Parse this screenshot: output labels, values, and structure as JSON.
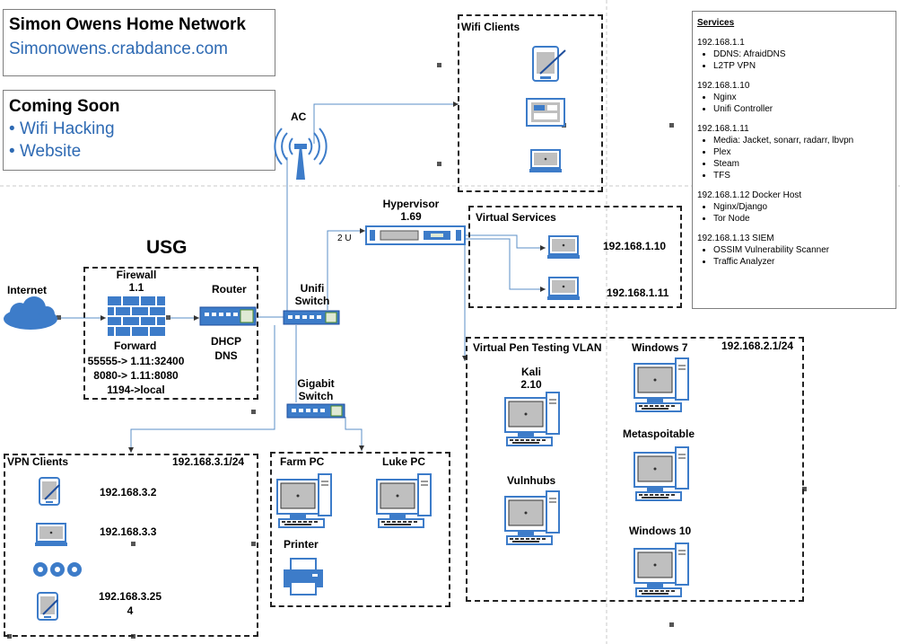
{
  "title_box": {
    "title": "Simon Owens Home Network",
    "url": "Simonowens.crabdance.com"
  },
  "coming_soon": {
    "title": "Coming Soon",
    "items": [
      "Wifi Hacking",
      "Website"
    ]
  },
  "services": {
    "heading": "Services",
    "groups": [
      {
        "ip": "192.168.1.1",
        "items": [
          "DDNS:  AfraidDNS",
          "L2TP VPN"
        ]
      },
      {
        "ip": "192.168.1.10",
        "items": [
          "Nginx",
          "Unifi Controller"
        ]
      },
      {
        "ip": "192.168.1.11",
        "items": [
          "Media:  Jacket, sonarr, radarr, lbvpn",
          "Plex",
          "Steam",
          "TFS"
        ]
      },
      {
        "ip": "192.168.1.12 Docker Host",
        "items": [
          "Nginx/Django",
          "Tor Node"
        ]
      },
      {
        "ip": "192.168.1.13 SIEM",
        "items": [
          "OSSIM Vulnerability Scanner",
          "Traffic Analyzer"
        ]
      }
    ]
  },
  "labels": {
    "ac": "AC",
    "wifi_clients": "Wifi Clients",
    "internet": "Internet",
    "usg": "USG",
    "firewall": "Firewall",
    "firewall_ip": "1.1",
    "router": "Router",
    "forward": "Forward",
    "forwards": [
      "55555-> 1.11:32400",
      "8080-> 1.11:8080",
      "1194->local"
    ],
    "dhcp": "DHCP",
    "dns": "DNS",
    "unifi_switch_1": "Unifi",
    "unifi_switch_2": "Switch",
    "hypervisor": "Hypervisor",
    "hypervisor_ip": "1.69",
    "two_u": "2 U",
    "virtual_services": "Virtual Services",
    "vs_ip1": "192.168.1.10",
    "vs_ip2": "192.168.1.11",
    "gigabit_1": "Gigabit",
    "gigabit_2": "Switch",
    "vpn_clients": "VPN Clients",
    "vpn_subnet": "192.168.3.1/24",
    "vpn_ip1": "192.168.3.2",
    "vpn_ip2": "192.168.3.3",
    "vpn_ip3a": "192.168.3.25",
    "vpn_ip3b": "4",
    "farm_pc": "Farm PC",
    "luke_pc": "Luke PC",
    "printer": "Printer",
    "pen_vlan": "Virtual Pen Testing VLAN",
    "windows7": "Windows 7",
    "pen_subnet": "192.168.2.1/24",
    "kali": "Kali",
    "kali_ip": "2.10",
    "metasploitable": "Metaspoitable",
    "vulnhubs": "Vulnhubs",
    "windows10": "Windows 10"
  },
  "colors": {
    "accent": "#2e6ab3",
    "connector": "#5b8fc7",
    "device_blue": "#3d7cc9",
    "screen": "#bfbfbf"
  }
}
